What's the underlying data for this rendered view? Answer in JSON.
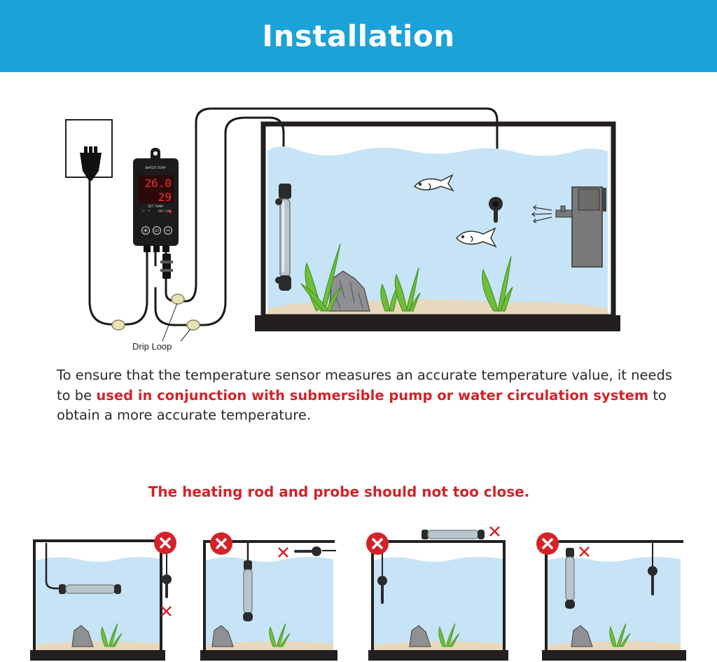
{
  "header": {
    "title": "Installation"
  },
  "controller": {
    "water_temp_label": "WATER TEMP",
    "water_temp_value": "26.0",
    "set_temp_label": "SET TEMP",
    "set_temp_value": "29",
    "unit_c": "°C",
    "unit_f": "°F",
    "heat_label": "OFF / ON",
    "set_button": "SET"
  },
  "drip_loop_label": "Drip Loop",
  "description": {
    "part1": "To ensure that the temperature sensor measures an accurate temperature value, it needs to be ",
    "highlight": "used in conjunction with submersible pump or water circulation system",
    "part2": " to obtain a more accurate temperature."
  },
  "warning": "The heating rod and probe should not too close.",
  "colors": {
    "header_bg": "#1ba2d9",
    "highlight_red": "#d2232a",
    "water": "#c6e4f5",
    "sand": "#e8d8bd",
    "tank_frame": "#231f20",
    "display_red": "#ff2b2b"
  },
  "icons": [
    "wall-outlet-icon",
    "power-plug-icon",
    "heater-rod-icon",
    "temperature-probe-icon",
    "fish-icon",
    "water-pump-icon",
    "rock-icon",
    "plant-icon",
    "red-circle-x-icon",
    "x-mark-icon"
  ]
}
